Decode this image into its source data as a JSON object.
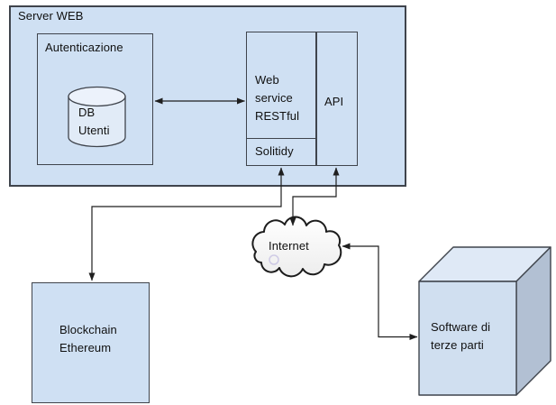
{
  "diagram": {
    "title": "Server WEB",
    "nodes": {
      "server_web": {
        "label": "Server WEB",
        "type": "container"
      },
      "autenticazione": {
        "label": "Autenticazione",
        "type": "container"
      },
      "db_utenti": {
        "label": "DB\nUtenti",
        "type": "cylinder"
      },
      "web_service": {
        "label": "Web\nservice\nRESTful",
        "type": "box"
      },
      "api": {
        "label": "API",
        "type": "box"
      },
      "solitidy": {
        "label": "Solitidy",
        "type": "box"
      },
      "internet": {
        "label": "Internet",
        "type": "cloud"
      },
      "blockchain": {
        "label": "Blockchain\nEthereum",
        "type": "box"
      },
      "terze_parti": {
        "label": "Software di\nterze parti",
        "type": "cube"
      }
    },
    "edges": [
      {
        "from": "autenticazione",
        "to": "web_service",
        "direction": "both"
      },
      {
        "from": "solitidy",
        "to": "blockchain",
        "direction": "both"
      },
      {
        "from": "api",
        "to": "internet",
        "direction": "both"
      },
      {
        "from": "internet",
        "to": "terze_parti",
        "direction": "both"
      }
    ],
    "colors": {
      "background": "#ffffff",
      "text": "#101010",
      "node_fill": "#cfe0f3",
      "node_border": "#3f444c",
      "edge": "#1f1f1f",
      "cylinder_body": "#e1ebf7",
      "cylinder_top": "#ecf2fb",
      "cloud_fill": "#fdfdfd",
      "cloud_stroke": "#1c1c1c",
      "cube_top": "#dfe9f6",
      "cube_front": "#d0dff0",
      "cube_side": "#b2c0d3",
      "cursor_ring": "#b7b0dd"
    }
  }
}
